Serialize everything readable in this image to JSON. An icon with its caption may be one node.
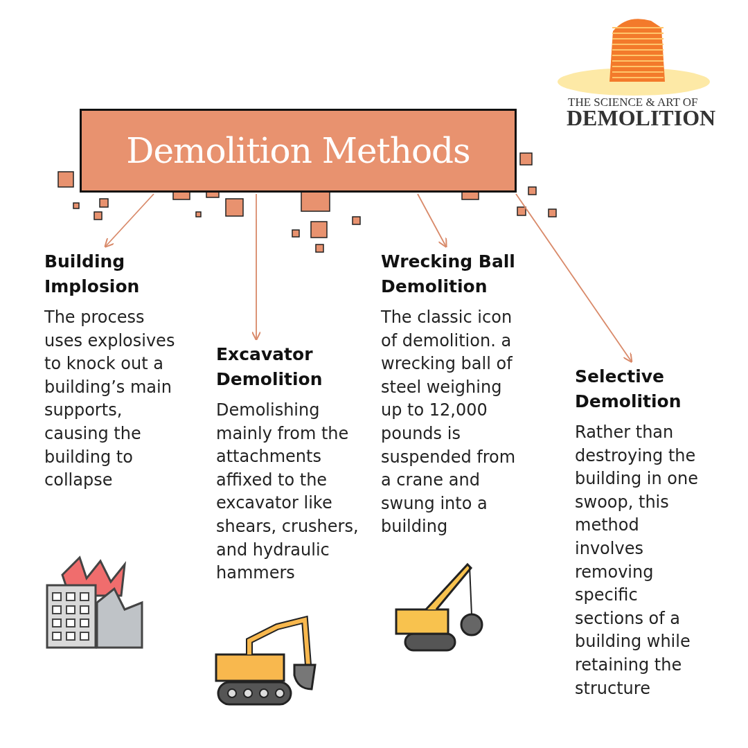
{
  "diagram": {
    "nodes": [
      {
        "text": [
          "Demolition Methods"
        ]
      },
      {
        "text": [
          "Building Implosion",
          "The process uses explosives to knock out a building’s main supports, causing the building to collapse"
        ]
      },
      {
        "text": [
          "Excavator Demolition",
          "Demolishing mainly from the attachments affixed to the excavator like shears, crushers, and hydraulic hammers"
        ]
      },
      {
        "text": [
          "Wrecking Ball Demolition",
          "The classic icon of demolition. a wrecking ball of steel weighing up to 12,000 pounds is suspended from a crane and swung into a building"
        ]
      },
      {
        "text": [
          "Selective Demolition",
          "Rather than destroying the building in one swoop, this method involves removing specific sections of a building while retaining the structure"
        ]
      }
    ],
    "edges": [
      {
        "from": 0,
        "to": 1,
        "arrow": "to"
      },
      {
        "from": 0,
        "to": 2,
        "arrow": "to"
      },
      {
        "from": 0,
        "to": 3,
        "arrow": "to"
      },
      {
        "from": 0,
        "to": 4,
        "arrow": "to"
      }
    ],
    "labels": [
      "THE SCIENCE & ART OF",
      "DEMOLITION"
    ]
  }
}
